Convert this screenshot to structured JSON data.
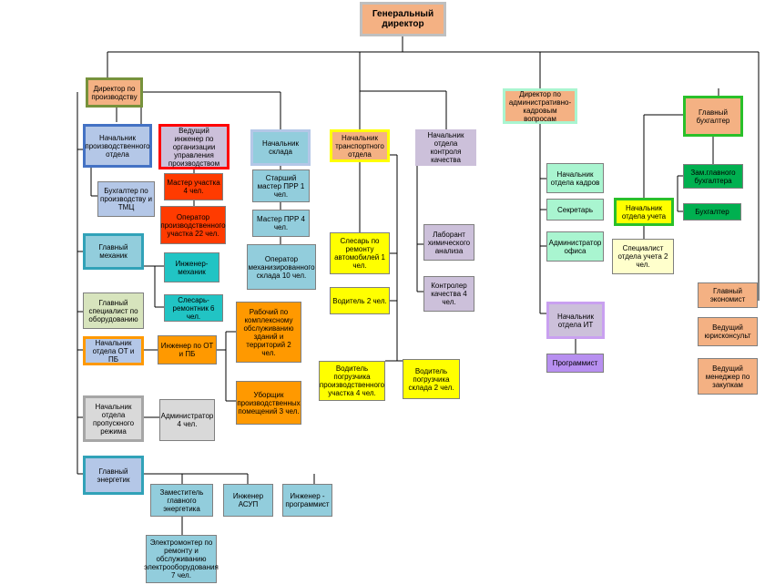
{
  "colors": {
    "salmon": "#f4b183",
    "blue": "#4472c4",
    "lightblue": "#b4c7e7",
    "red": "#ff0000",
    "orangered": "#ff3b00",
    "teal": "#31a2b8",
    "cyan": "#21c4c4",
    "skyblue": "#92cddc",
    "olive": "#77923c",
    "lavender": "#ccc0da",
    "yellow": "#ffff00",
    "orange": "#ff9900",
    "gray": "#d9d9d9",
    "mint": "#a9f5d0",
    "violet": "#c9a0f0",
    "purple": "#b78ff0",
    "green": "#2ac02a",
    "darkgreen": "#00b050",
    "paleyellow": "#ffffcc",
    "line": "#000000"
  },
  "nodes": {
    "ceo": "Генеральный директор",
    "dir_prod": "Директор по производству",
    "head_prod_dept": "Начальник производственного отдела",
    "lead_engineer": "Ведущий инженер по организации управления производством",
    "accountant_prod": "Бухгалтер по производству и ТМЦ",
    "master": "Мастер участка 4 чел.",
    "operator_prod": "Оператор производственного участка 22 чел.",
    "chief_mechanic": "Главный механик",
    "engineer_mechanic": "Инженер-механик",
    "repairmen": "Слесарь-ремонтник 6 чел.",
    "chief_equipment": "Главный специалист по оборудованию",
    "head_ot": "Начальник отдела ОТ и ПБ",
    "engineer_ot": "Инженер по ОТ и ПБ",
    "worker_complex": "Рабочий по комплексному обслуживанию зданий и территорий 2 чел.",
    "cleaner": "Уборщик производственных помещений 3 чел.",
    "head_access": "Начальник отдела пропускного режима",
    "administrator": "Администратор 4 чел.",
    "chief_power": "Главный энергетик",
    "deputy_power": "Заместитель главного энергетика",
    "engineer_asup": "Инженер АСУП",
    "engineer_programmer": "Инженер - программист",
    "electrician": "Электромонтер по ремонту и обслуживанию электрооборудования 7 чел.",
    "head_warehouse": "Начальник склада",
    "senior_master_prr": "Старший мастер ПРР 1 чел.",
    "master_prr": "Мастер ПРР 4 чел.",
    "operator_warehouse": "Оператор механизированного склада 10 чел.",
    "head_transport": "Начальник транспортного отдела",
    "mechanic_auto": "Слесарь по ремонту автомобилей 1 чел.",
    "driver": "Водитель 2 чел.",
    "loader_prod": "Водитель погрузчика производственного участка 4 чел.",
    "loader_warehouse": "Водитель погрузчика склада 2 чел.",
    "head_quality": "Начальник отдела контроля качества",
    "lab_assistant": "Лаборант химического анализа",
    "quality_controller": "Контролер качества 4 чел.",
    "dir_admin": "Директор по административно-кадровым вопросам",
    "head_hr": "Начальник отдела кадров",
    "secretary": "Секретарь",
    "office_admin": "Администратор офиса",
    "head_it": "Начальник отдела ИТ",
    "programmer": "Программист",
    "chief_accountant": "Главный бухгалтер",
    "deputy_chief_accountant": "Зам.главного бухгалтера",
    "accountant": "Бухгалтер",
    "head_accounting": "Начальник отдела учета",
    "accounting_specialist": "Специалист отдела учета 2 чел.",
    "chief_economist": "Главный экономист",
    "lead_legal": "Ведущий юрисконсульт",
    "lead_purchasing": "Ведущий менеджер по закупкам"
  }
}
